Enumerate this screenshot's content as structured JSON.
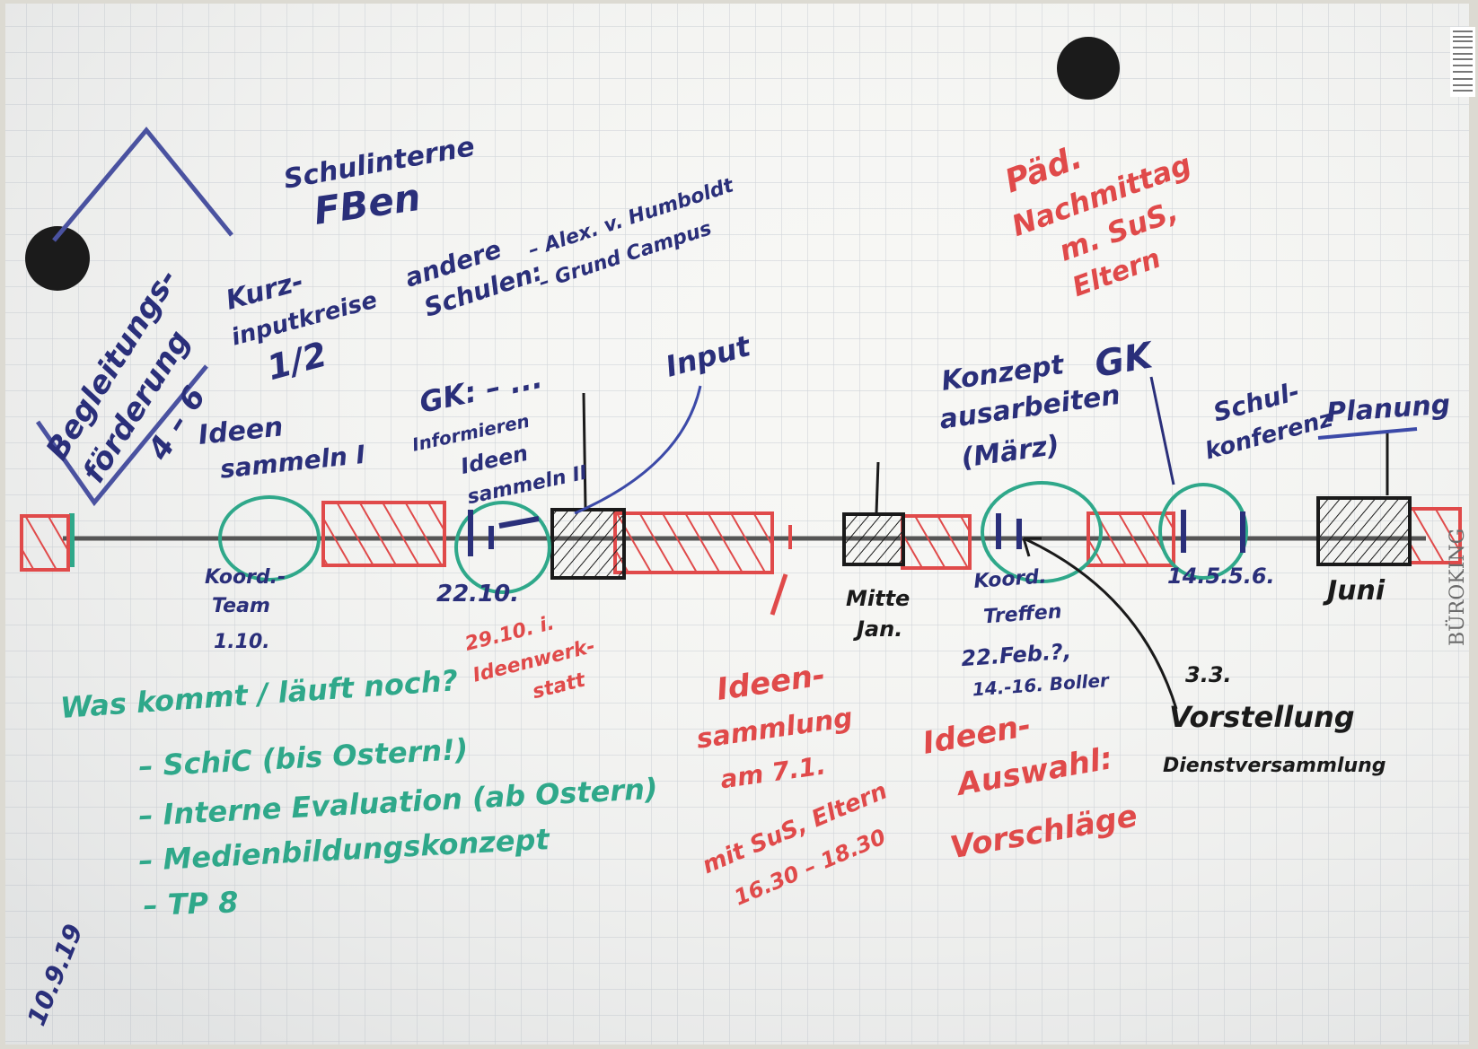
{
  "colors": {
    "blue_marker": "#2a2f7a",
    "red_marker": "#e04a4a",
    "green_marker": "#2fa88a",
    "black_marker": "#1a1a1a",
    "paper": "#f7f7f4",
    "grid": "#cfd3d8",
    "magnet": "#1b1b1b"
  },
  "vertical_left_box": [
    "Begleitungs-",
    "förderung",
    "4 – 6"
  ],
  "top_left_blue": {
    "line1": "Schulinterne",
    "line2": "FBen",
    "kurzinput": [
      "Kurz-",
      "inputkreise",
      "1/2"
    ],
    "andere_schulen": [
      "andere",
      "Schulen:",
      "– Alex. v. Humboldt",
      "– Grund Campus"
    ],
    "gk": [
      "GK: – ...",
      "Informieren",
      "Ideen",
      "sammeln II"
    ],
    "input": "Input",
    "ideen_sammeln": [
      "Ideen",
      "sammeln I"
    ]
  },
  "right_blue": {
    "konzept": [
      "Konzept",
      "ausarbeiten",
      "(März)"
    ],
    "gk": "GK",
    "schulkonferenz": [
      "Schul-",
      "konferenz"
    ],
    "planung": "Planung"
  },
  "top_red": [
    "Päd.",
    "Nachmittag",
    "m. SuS,",
    "Eltern"
  ],
  "timeline_labels": {
    "koord_team": [
      "Koord.-",
      "Team",
      "1.10."
    ],
    "date_2210": "22.10.",
    "mitte_jan": [
      "Mitte",
      "Jan."
    ],
    "koord_treffen": [
      "Koord.",
      "Treffen",
      "22.Feb.?,",
      "14.-16. Boller"
    ],
    "date_145": "14.5.",
    "date_56": "5.6.",
    "juni": "Juni"
  },
  "red_notes": {
    "ideenwerkstatt": [
      "29.10. i.",
      "Ideenwerk-",
      "statt"
    ],
    "ideensammlung": [
      "Ideen-",
      "sammlung",
      "am 7.1.",
      "mit SuS, Eltern",
      "16.30 – 18.30"
    ],
    "ideenauswahl": [
      "Ideen-",
      "Auswahl:",
      "Vorschläge"
    ]
  },
  "black_note": [
    "3.3.",
    "Vorstellung",
    "Dienstversammlung"
  ],
  "green_list": {
    "heading": "Was kommt / läuft noch?",
    "items": [
      "– SchiC (bis Ostern!)",
      "– Interne Evaluation (ab Ostern)",
      "– Medienbildungskonzept",
      "– TP 8"
    ]
  },
  "date_corner": "10.9.19",
  "edge_brand": "BÜROKING"
}
